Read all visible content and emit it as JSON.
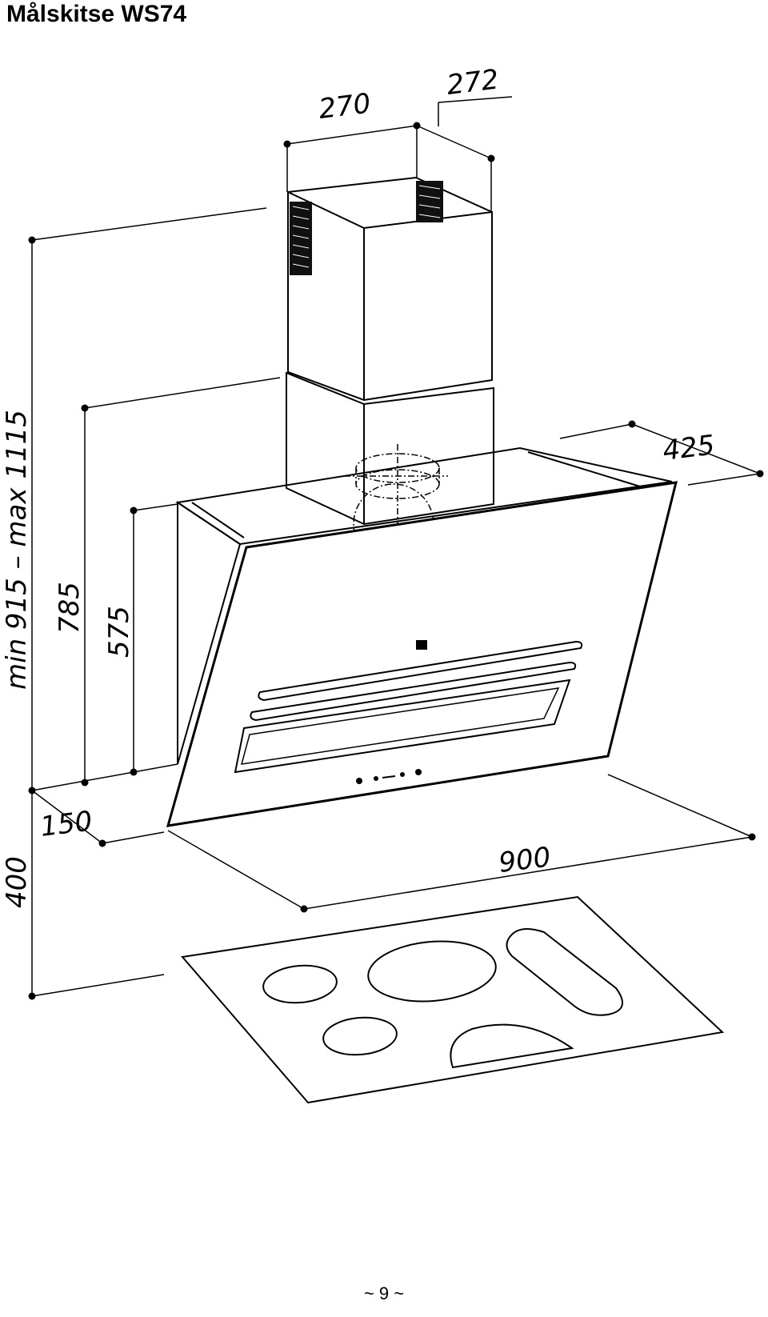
{
  "page": {
    "title": "Målskitse WS74",
    "page_number": "~ 9 ~"
  },
  "dimensions": {
    "chimney_width": "270",
    "chimney_depth": "272",
    "hood_depth": "425",
    "height_range": "min 915 – max 1115",
    "height_785": "785",
    "height_575": "575",
    "offset_150": "150",
    "hood_width": "900",
    "clearance_400": "400"
  }
}
